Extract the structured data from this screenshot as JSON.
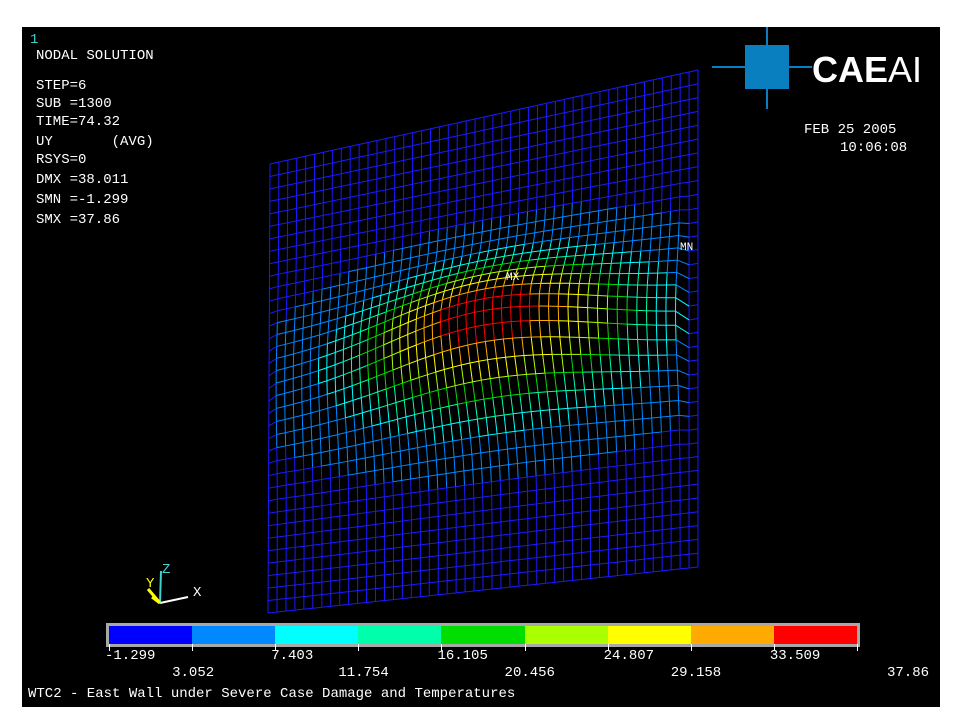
{
  "window_number": "1",
  "header": {
    "lines": [
      "NODAL SOLUTION",
      "",
      "STEP=6",
      "SUB =1300",
      "TIME=74.32",
      "UY       (AVG)",
      "RSYS=0",
      "DMX =38.011",
      "SMN =-1.299",
      "SMX =37.86"
    ]
  },
  "date": "FEB 25 2005",
  "time": "10:06:08",
  "logo": {
    "bold": "CAE",
    "regular": "AI",
    "color": "#0a7fbf"
  },
  "markers": {
    "max": "MX",
    "min": "MN"
  },
  "triad": {
    "x": "X",
    "y": "Y",
    "z": "Z"
  },
  "legend": {
    "colors": [
      "#0000ff",
      "#0088ff",
      "#00ffff",
      "#00ffaa",
      "#00dd00",
      "#aaff00",
      "#ffff00",
      "#ffaa00",
      "#ff0000"
    ],
    "labels_upper": [
      "-1.299",
      "7.403",
      "16.105",
      "24.807",
      "33.509"
    ],
    "labels_lower": [
      "3.052",
      "11.754",
      "20.456",
      "29.158",
      "37.86"
    ]
  },
  "footer": "WTC2 - East Wall under Severe Case Damage and Temperatures",
  "mesh_color": "#1a1aff"
}
